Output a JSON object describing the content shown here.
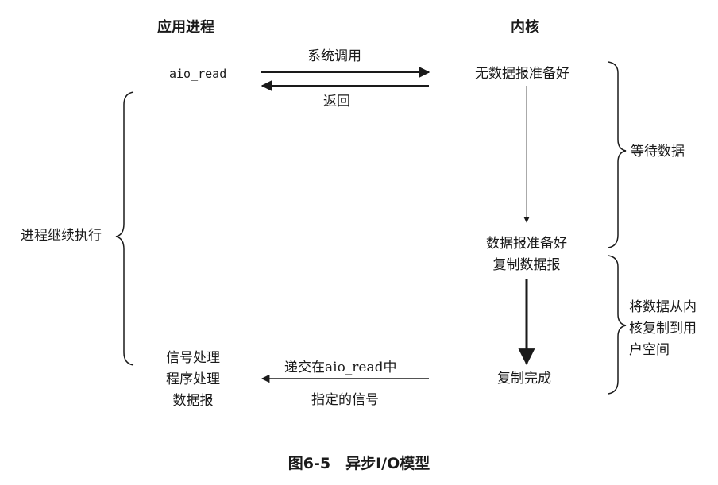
{
  "headers": {
    "app": "应用进程",
    "kernel": "内核"
  },
  "labels": {
    "aio_read": "aio_read",
    "syscall": "系统调用",
    "return": "返回",
    "no_data": "无数据报准备好",
    "wait_data": "等待数据",
    "continue": "进程继续执行",
    "data_ready_1": "数据报准备好",
    "data_ready_2": "复制数据报",
    "copy_1": "将数据从内",
    "copy_2": "核复制到用",
    "copy_3": "户空间",
    "handler_1": "信号处理",
    "handler_2": "程序处理",
    "handler_3": "数据报",
    "deliver_1": "递交在aio_read中",
    "deliver_2": "指定的信号",
    "copy_done": "复制完成"
  },
  "caption": "图6-5　异步I/O模型"
}
